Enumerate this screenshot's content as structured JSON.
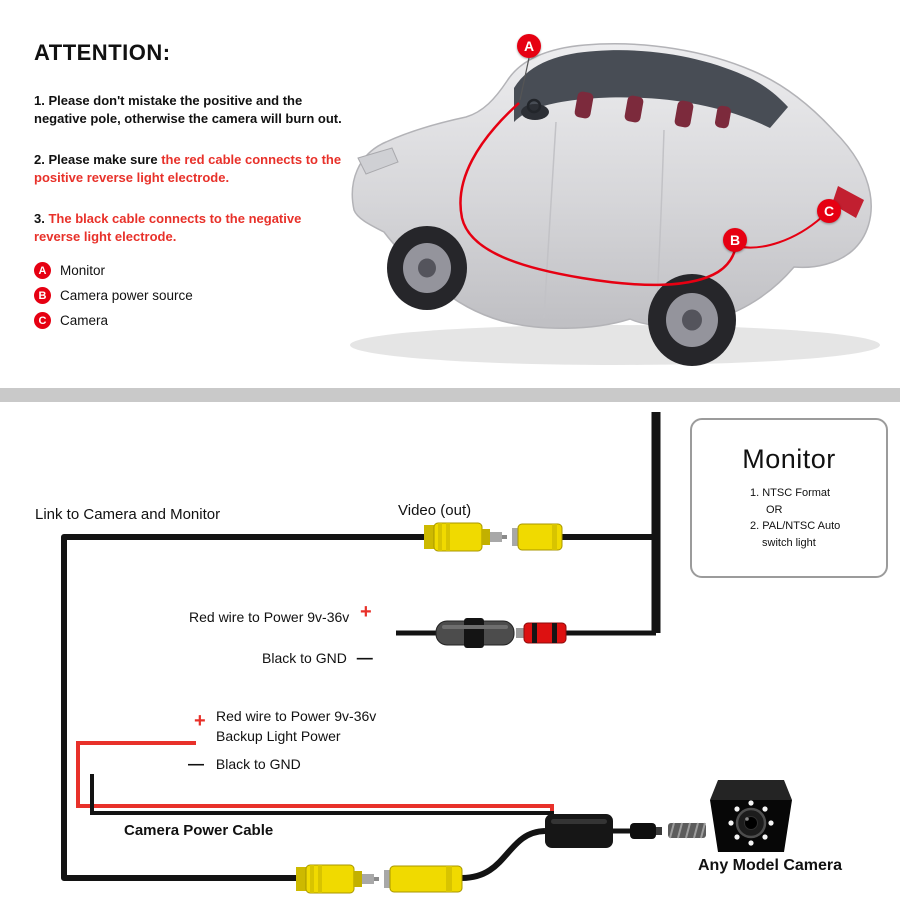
{
  "colors": {
    "text_red": "#e8312a",
    "marker_red": "#e60012",
    "rca_yellow": "#f0da00",
    "band_gray": "#c9c9c9"
  },
  "attention": {
    "title": "ATTENTION:",
    "items": [
      {
        "black": "1. Please don't mistake the positive and the negative pole, otherwise the camera will burn out.",
        "red": ""
      },
      {
        "black": "2. Please make sure ",
        "red": "the red cable connects to the positive reverse light electrode."
      },
      {
        "black": "3. ",
        "red": "The black cable connects to the negative reverse light electrode."
      }
    ],
    "legend": [
      {
        "letter": "A",
        "label": "Monitor"
      },
      {
        "letter": "B",
        "label": "Camera power source"
      },
      {
        "letter": "C",
        "label": "Camera"
      }
    ]
  },
  "markers": {
    "a": "A",
    "b": "B",
    "c": "C"
  },
  "diagram": {
    "link_label": "Link to Camera and Monitor",
    "video_out": "Video (out)",
    "monitor": {
      "title": "Monitor",
      "line1": "1. NTSC Format",
      "line2": "OR",
      "line3": "2. PAL/NTSC Auto",
      "line4": "switch light"
    },
    "power_top": {
      "label": "Red wire to Power 9v-36v",
      "plus": "+",
      "gnd": "Black to GND",
      "dash": "—"
    },
    "power_bottom": {
      "plus": "+",
      "label1": "Red wire to Power 9v-36v",
      "label2": "Backup Light Power",
      "dash": "—",
      "gnd": "Black to GND"
    },
    "camera_power_cable": "Camera Power Cable",
    "any_model_camera": "Any Model Camera"
  }
}
